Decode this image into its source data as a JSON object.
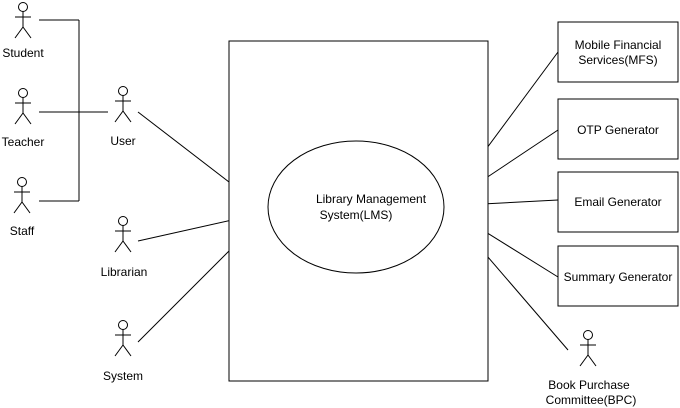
{
  "system_boundary": {},
  "use_case": {
    "lines": [
      "Library Management",
      "System(LMS)"
    ]
  },
  "actors": [
    {
      "id": "student",
      "label": [
        "Student"
      ]
    },
    {
      "id": "teacher",
      "label": [
        "Teacher"
      ]
    },
    {
      "id": "staff",
      "label": [
        "Staff"
      ]
    },
    {
      "id": "user",
      "label": [
        "User"
      ]
    },
    {
      "id": "librarian",
      "label": [
        "Librarian"
      ]
    },
    {
      "id": "system",
      "label": [
        "System"
      ]
    },
    {
      "id": "bpc",
      "label": [
        "Book Purchase",
        "Committee(BPC)"
      ]
    }
  ],
  "services": [
    {
      "id": "mfs",
      "label": [
        "Mobile Financial",
        "Services(MFS)"
      ]
    },
    {
      "id": "otp",
      "label": [
        "OTP Generator"
      ]
    },
    {
      "id": "email",
      "label": [
        "Email Generator"
      ]
    },
    {
      "id": "summary",
      "label": [
        "Summary Generator"
      ]
    }
  ]
}
